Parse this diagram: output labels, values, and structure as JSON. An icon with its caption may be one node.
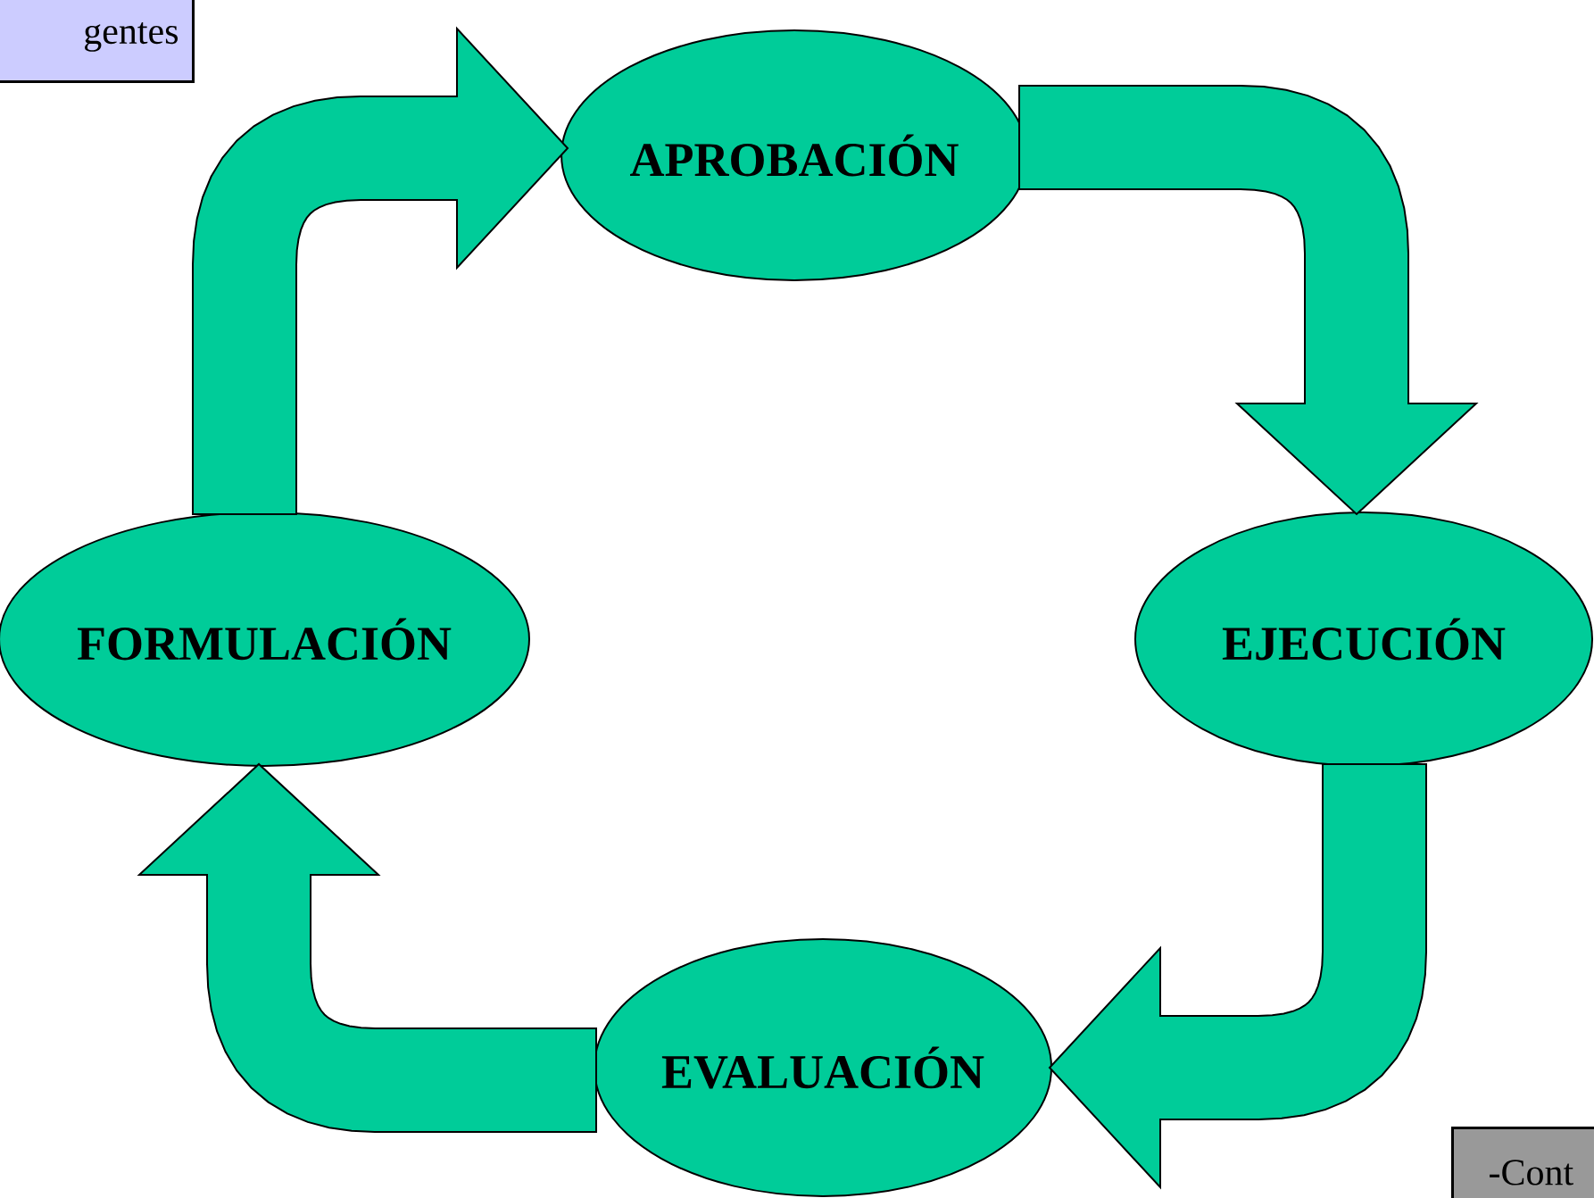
{
  "diagram": {
    "nodes": [
      {
        "text": [
          "gentes"
        ]
      },
      {
        "text": [
          "APROBACIÓN"
        ]
      },
      {
        "text": [
          "EJECUCIÓN"
        ]
      },
      {
        "text": [
          "EVALUACIÓN"
        ]
      },
      {
        "text": [
          "FORMULACIÓN"
        ]
      },
      {
        "text": [
          "-Cont"
        ]
      }
    ],
    "edges": [
      {
        "from": 4,
        "to": 1,
        "arrow": "to"
      },
      {
        "from": 1,
        "to": 2,
        "arrow": "to"
      },
      {
        "from": 2,
        "to": 3,
        "arrow": "to"
      },
      {
        "from": 3,
        "to": 4,
        "arrow": "to"
      }
    ]
  }
}
